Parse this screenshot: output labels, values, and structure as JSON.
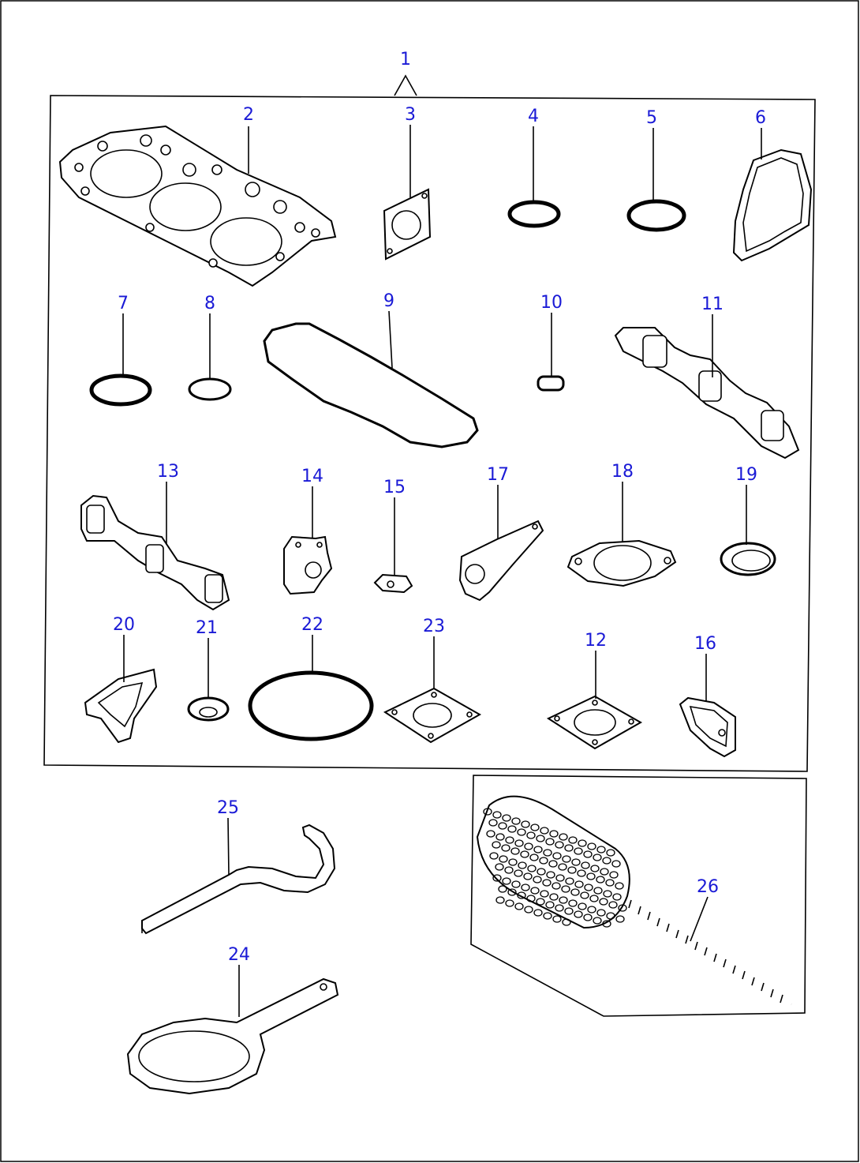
{
  "labels": {
    "p1": "1",
    "p2": "2",
    "p3": "3",
    "p4": "4",
    "p5": "5",
    "p6": "6",
    "p7": "7",
    "p8": "8",
    "p9": "9",
    "p10": "10",
    "p11": "11",
    "p12": "12",
    "p13": "13",
    "p14": "14",
    "p15": "15",
    "p16": "16",
    "p17": "17",
    "p18": "18",
    "p19": "19",
    "p20": "20",
    "p21": "21",
    "p22": "22",
    "p23": "23",
    "p24": "24",
    "p25": "25",
    "p26": "26"
  },
  "colors": {
    "label": "#1a1ad6",
    "line": "#000000",
    "background": "#ffffff"
  }
}
